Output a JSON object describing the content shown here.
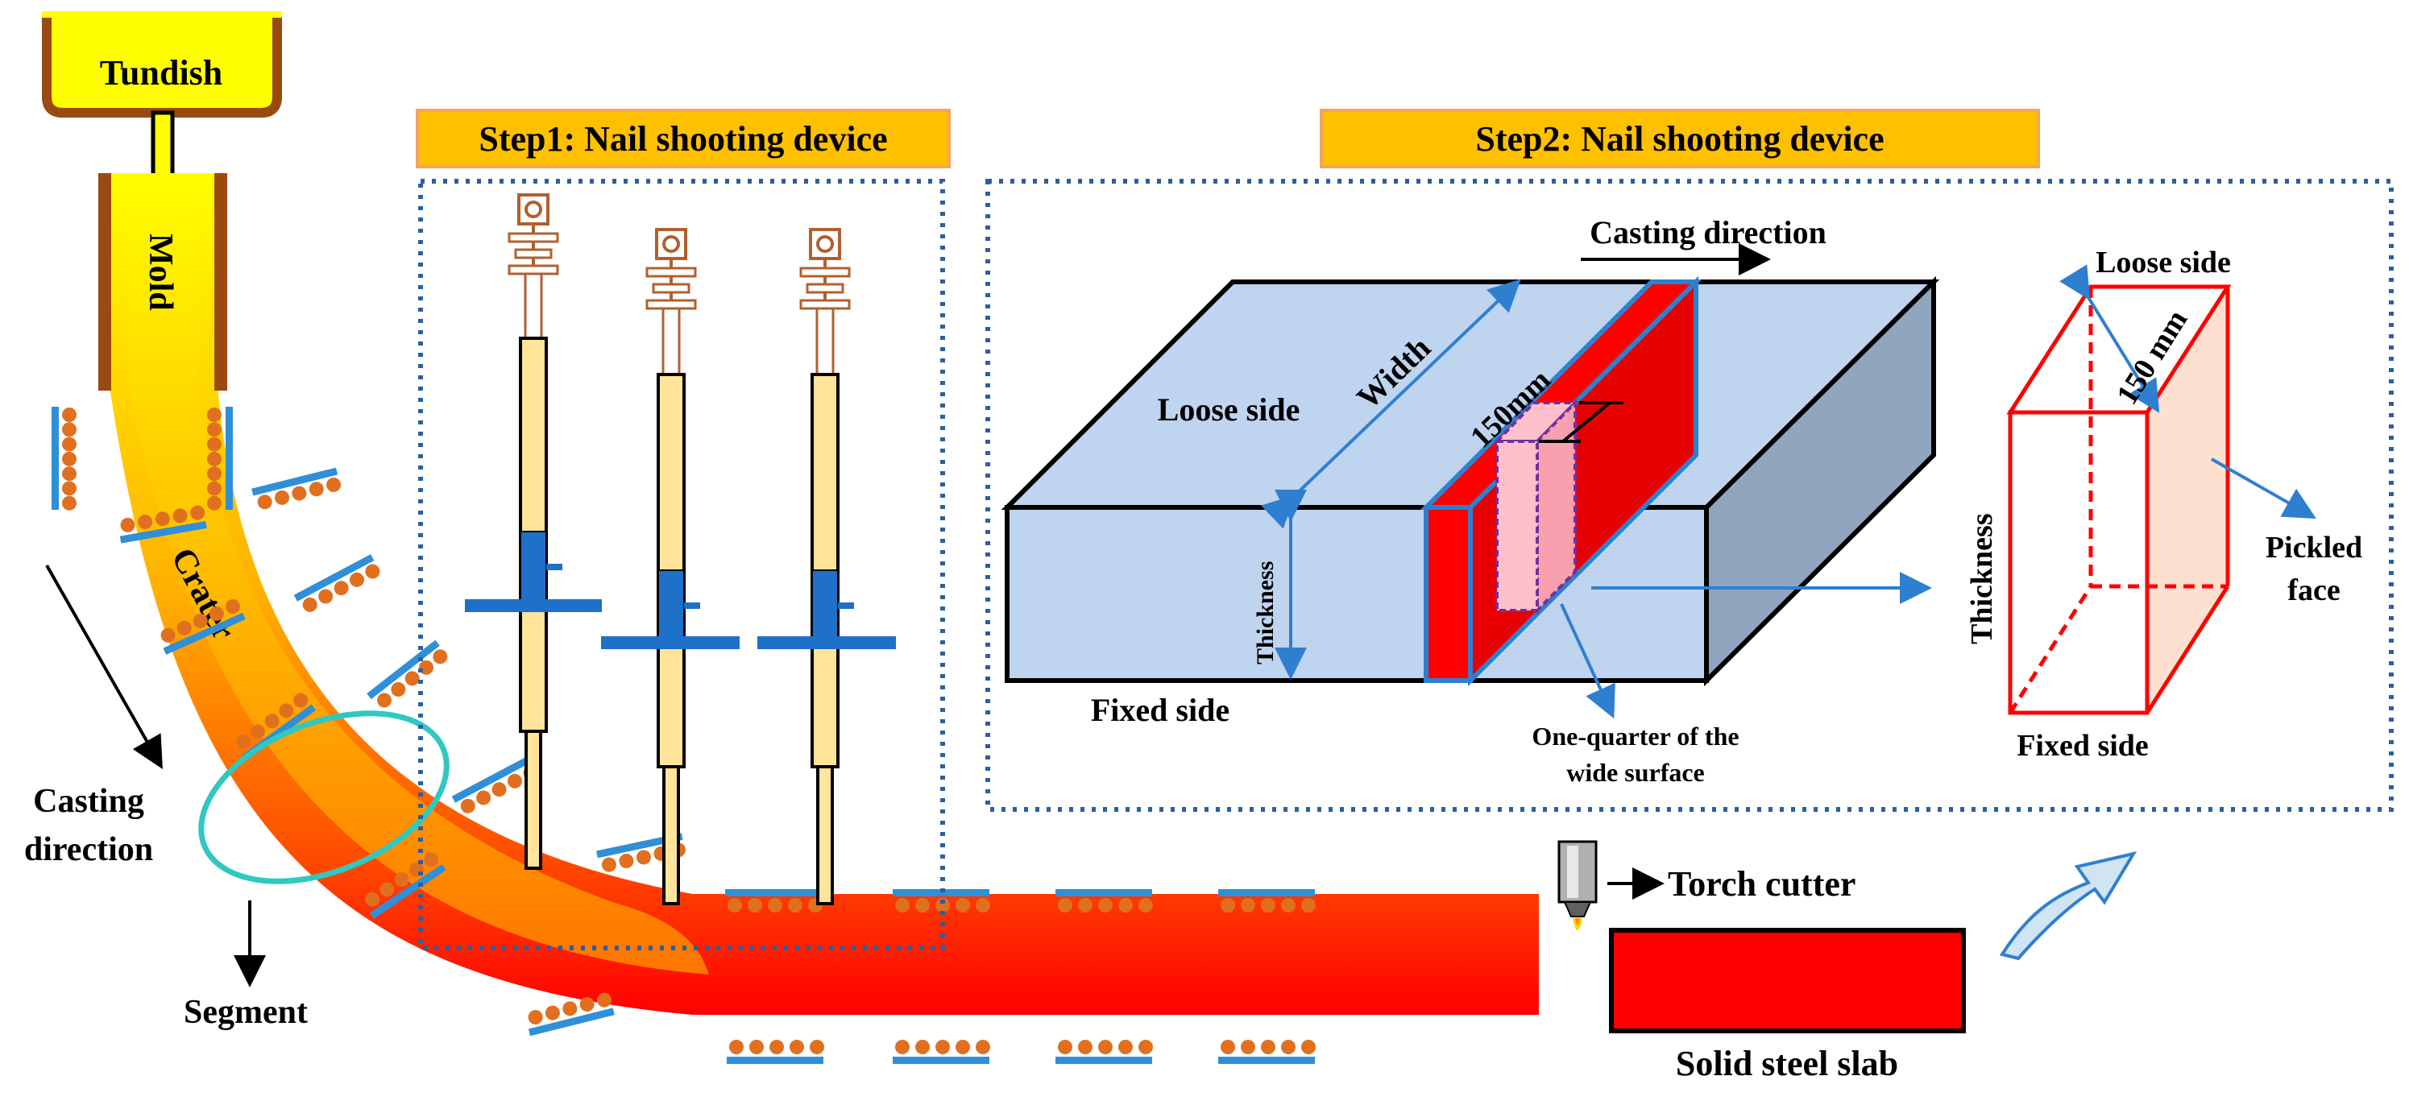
{
  "labels": {
    "tundish": "Tundish",
    "mold": "Mold",
    "crater": "Crater",
    "casting_direction_line1": "Casting",
    "casting_direction_line2": "direction",
    "segment": "Segment",
    "step1": "Step1: Nail shooting device",
    "step2": "Step2: Nail shooting device",
    "torch_cutter": "Torch cutter",
    "solid_slab": "Solid steel slab",
    "slab_casting_direction": "Casting direction",
    "slab_loose_side": "Loose side",
    "slab_width": "Width",
    "slab_150mm": "150mm",
    "slab_thickness": "Thickness",
    "slab_fixed_side": "Fixed side",
    "quarter_line1": "One-quarter of the",
    "quarter_line2": "wide surface",
    "sample_loose_side": "Loose side",
    "sample_150mm": "150 mm",
    "sample_thickness": "Thickness",
    "sample_fixed_side": "Fixed side",
    "pickled_line1": "Pickled",
    "pickled_line2": "face"
  },
  "colors": {
    "label_box_fill": "#FFC000",
    "label_box_border": "#F4A460",
    "roller_fill": "#E07020",
    "segment_frame": "#2F8FD8",
    "steel_red": "#FF0000",
    "mold_brown": "#9A4A10",
    "liquid_yellow": "#FFFF00",
    "dotted_border": "#2B5FA0",
    "slab_top": "#BFD4EE",
    "slab_side": "#8FA6BE",
    "highlight_ellipse": "#30C8C0"
  }
}
